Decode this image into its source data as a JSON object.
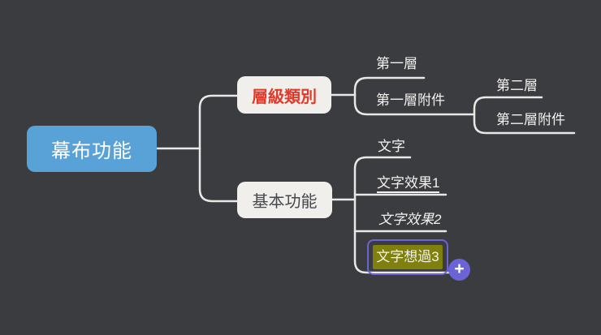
{
  "canvas": {
    "background_color": "#3b3c40",
    "connector_color": "#e9e8e5"
  },
  "mindmap": {
    "root": {
      "label": "幕布功能",
      "background_color": "#58a2d8",
      "text_color": "#ffffff"
    },
    "branches": [
      {
        "label": "層級類別",
        "background_color": "#f1efec",
        "text_color": "#df3a2b",
        "bold": true
      },
      {
        "label": "基本功能",
        "background_color": "#f1efec",
        "text_color": "#47484d",
        "bold": false
      }
    ],
    "leaves": [
      {
        "label": "第一層",
        "style": "plain"
      },
      {
        "label": "第一層附件",
        "style": "plain"
      },
      {
        "label": "第二層",
        "style": "plain"
      },
      {
        "label": "第二層附件",
        "style": "plain"
      },
      {
        "label": "文字",
        "style": "plain"
      },
      {
        "label": "文字效果1",
        "style": "underline"
      },
      {
        "label": "文字效果2",
        "style": "italic"
      },
      {
        "label": "文字想過3",
        "style": "highlight-selected",
        "highlight_color": "#80800e",
        "selection_border_color": "#6b63d6"
      }
    ],
    "add_button": {
      "glyph": "+",
      "color": "#6b63d6"
    }
  }
}
